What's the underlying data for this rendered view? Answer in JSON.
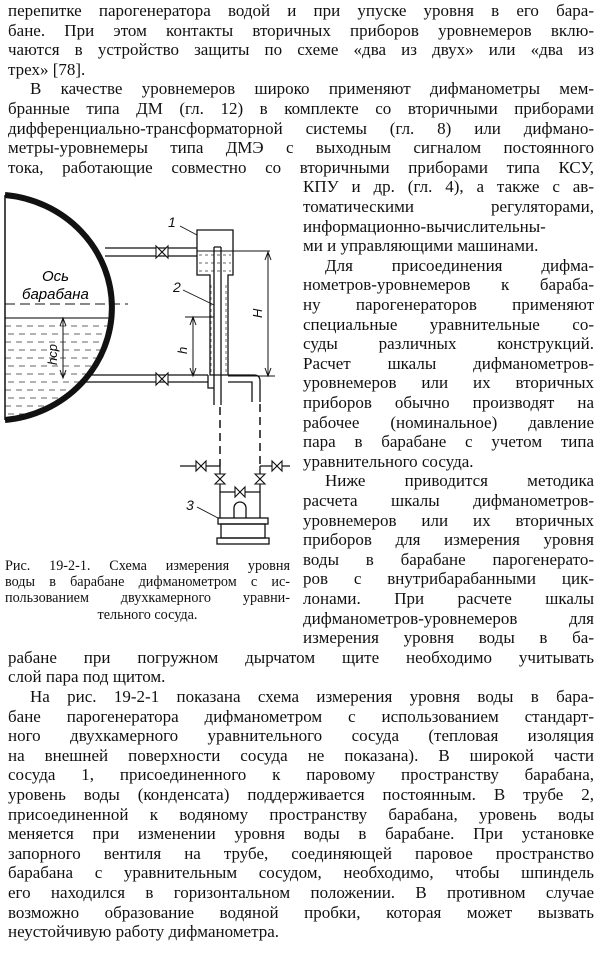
{
  "top_lines": [
    "перепитке парогенератора водой и при упуске уровня в его бара-",
    "бане. При этом контакты вторичных приборов уровнемеров вклю-",
    "чаются в устройство защиты по схеме «два из двух» или «два из",
    "трех» [78].",
    "В качестве уровнемеров широко применяют дифманометры мем-",
    "бранные типа ДМ (гл. 12) в комплекте со вторичными приборами",
    "дифференциально-трансформаторной системы (гл. 8) или дифмано-",
    "метры-уровнемеры типа ДМЭ с выходным сигналом постоянного",
    "тока, работающие совместно со вторичными приборами типа КСУ,"
  ],
  "right_lines": [
    "КПУ и др. (гл. 4), а также с ав-",
    "томатическими регуляторами,",
    "информационно-вычислительны-",
    "ми и управляющими машинами.",
    "Для присоединения дифма-",
    "нометров-уровнемеров к бараба-",
    "ну парогенераторов применяют",
    "специальные уравнительные со-",
    "суды различных конструкций.",
    "Расчет шкалы дифманометров-",
    "уровнемеров или их вторичных",
    "приборов обычно производят на",
    "рабочее (номинальное) давление",
    "пара в барабане с учетом типа",
    "уравнительного сосуда.",
    "Ниже приводится методика",
    "расчета шкалы дифманометров-",
    "уровнемеров или их вторичных",
    "приборов для измерения уровня",
    "воды в барабане парогенерато-",
    "ров с внутрибарабанными цик-",
    "лонами. При расчете шкалы",
    "дифманометров-уровнемеров для",
    "измерения уровня воды в ба-"
  ],
  "bottom_lines": [
    "рабане при погружном дырчатом щите необходимо учитывать",
    "слой пара под щитом.",
    "На рис. 19-2-1 показана схема измерения уровня воды в бара-",
    "бане парогенератора дифманометром с использованием стандарт-",
    "ного двухкамерного уравнительного сосуда (тепловая изоляция",
    "на внешней поверхности сосуда не показана). В широкой части",
    "сосуда 1, присоединенного к паровому пространству барабана,",
    "уровень воды (конденсата) поддерживается постоянным. В трубе 2,",
    "присоединенной к водяному пространству барабана, уровень воды",
    "меняется при изменении уровня воды в барабане. При установке",
    "запорного вентиля на трубе, соединяющей паровое пространство",
    "барабана с уравнительным сосудом, необходимо, чтобы шпиндель",
    "его находился в горизонтальном положении. В противном случае",
    "возможно образование водяной пробки, которая может вызвать",
    "неустойчивую работу дифманометра."
  ],
  "figure": {
    "labels": {
      "vessel": "1",
      "tube": "2",
      "dp_meter": "3",
      "axis_1": "Ось",
      "axis_2": "барабана",
      "H": "H",
      "h": "h",
      "hcp": "hср"
    },
    "caption": [
      "Рис. 19-2-1. Схема измерения уровня",
      "воды в барабане дифманометром с ис-",
      "пользованием двухкамерного уравни-",
      "тельного сосуда."
    ]
  }
}
